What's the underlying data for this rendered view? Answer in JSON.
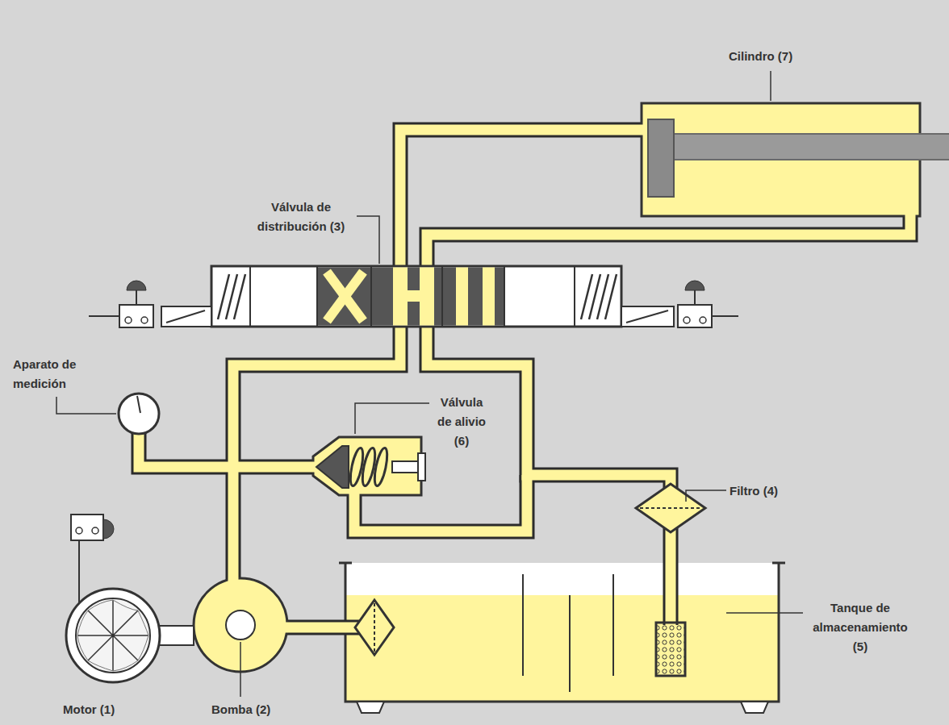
{
  "diagram": {
    "labels": [
      "Cilindro (7)",
      "Válvula de distribución (3)",
      "Aparato de medición",
      "Válvula de alivio (6)",
      "Filtro (4)",
      "Tanque de almacenamiento (5)",
      "Motor (1)",
      "Bomba (2)"
    ]
  }
}
